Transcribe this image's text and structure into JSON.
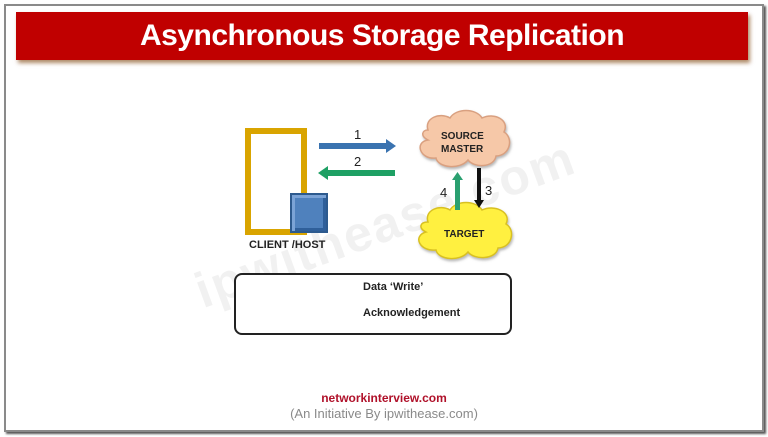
{
  "title": "Asynchronous Storage Replication",
  "watermark": "ipwithease.com",
  "nodes": {
    "client": "CLIENT /HOST",
    "source_line1": "SOURCE",
    "source_line2": "MASTER",
    "target": "TARGET"
  },
  "arrows": [
    {
      "label": "1",
      "from": "client",
      "to": "source",
      "color": "#3a73b0"
    },
    {
      "label": "2",
      "from": "source",
      "to": "client",
      "color": "#1ea064"
    },
    {
      "label": "3",
      "from": "source",
      "to": "target",
      "color": "#111111"
    },
    {
      "label": "4",
      "from": "target",
      "to": "source",
      "color": "#2aa070"
    }
  ],
  "legend": {
    "write_label": "Data ‘Write’",
    "ack_label": "Acknowledgement",
    "write_color": "#000000",
    "ack_color": "#1ea064"
  },
  "footer": {
    "site": "networkinterview.com",
    "initiative": "(An Initiative By ipwithease.com)"
  }
}
